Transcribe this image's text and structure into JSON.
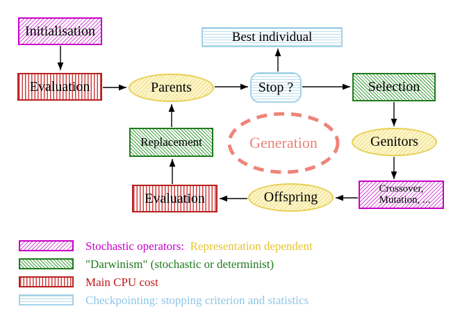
{
  "diagram": {
    "nodes": {
      "initialisation": {
        "label": "Initialisation"
      },
      "evaluation_top": {
        "label": "Evaluation"
      },
      "parents": {
        "label": "Parents"
      },
      "stop": {
        "label": "Stop ?"
      },
      "best_individual": {
        "label": "Best individual"
      },
      "selection": {
        "label": "Selection"
      },
      "genitors": {
        "label": "Genitors"
      },
      "crossover_mutation": {
        "line1": "Crossover,",
        "line2": "Mutation, ..."
      },
      "offspring": {
        "label": "Offspring"
      },
      "evaluation_bottom": {
        "label": "Evaluation"
      },
      "replacement": {
        "label": "Replacement"
      },
      "generation": {
        "label": "Generation"
      }
    },
    "colors": {
      "stochastic_magenta": "#c800c8",
      "darwinism_green": "#1e7a1e",
      "cpu_cost_red": "#c01818",
      "checkpointing_cyan": "#8ec6e8",
      "population_yellow": "#e7cf52",
      "generation_salmon": "#e8837a",
      "representation_gold": "#e8c32e",
      "arrow_black": "#000000"
    }
  },
  "legend": {
    "items": [
      {
        "label": "Stochastic operators:",
        "label2": "Representation dependent"
      },
      {
        "label": "\"Darwinism\" (stochastic or determinist)"
      },
      {
        "label": "Main CPU cost"
      },
      {
        "label": "Checkpointing: stopping criterion and statistics"
      }
    ]
  }
}
